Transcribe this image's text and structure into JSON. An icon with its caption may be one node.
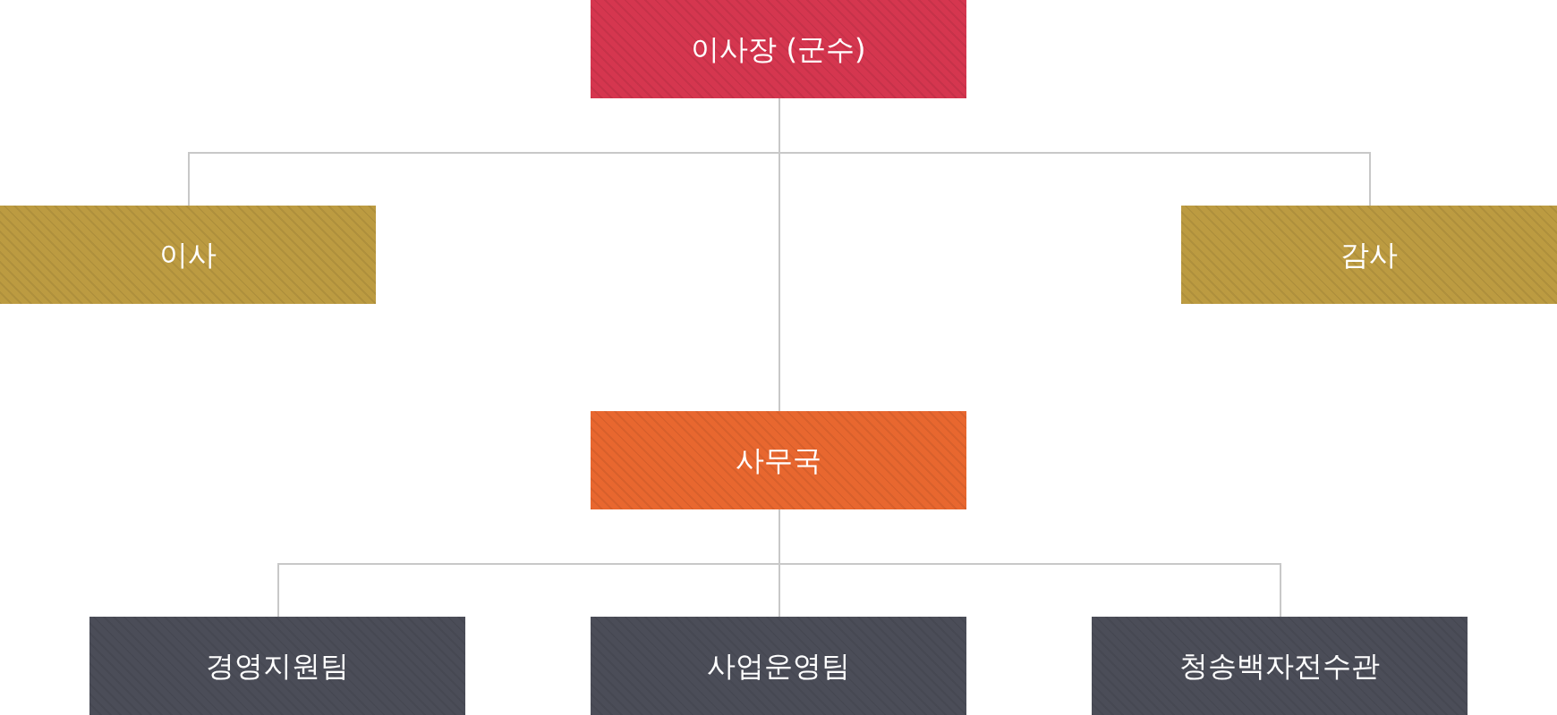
{
  "diagram": {
    "nodes": [
      {
        "text": [
          "이사장 (군수)"
        ]
      },
      {
        "text": [
          "이사"
        ]
      },
      {
        "text": [
          "감사"
        ]
      },
      {
        "text": [
          "사무국"
        ]
      },
      {
        "text": [
          "경영지원팀"
        ]
      },
      {
        "text": [
          "사업운영팀"
        ]
      },
      {
        "text": [
          "청송백자전수관"
        ]
      }
    ],
    "edges": [
      {
        "from": 0,
        "to": 1,
        "arrow": "none"
      },
      {
        "from": 0,
        "to": 2,
        "arrow": "none"
      },
      {
        "from": 0,
        "to": 3,
        "arrow": "none"
      },
      {
        "from": 3,
        "to": 4,
        "arrow": "none"
      },
      {
        "from": 3,
        "to": 5,
        "arrow": "none"
      },
      {
        "from": 3,
        "to": 6,
        "arrow": "none"
      }
    ]
  }
}
